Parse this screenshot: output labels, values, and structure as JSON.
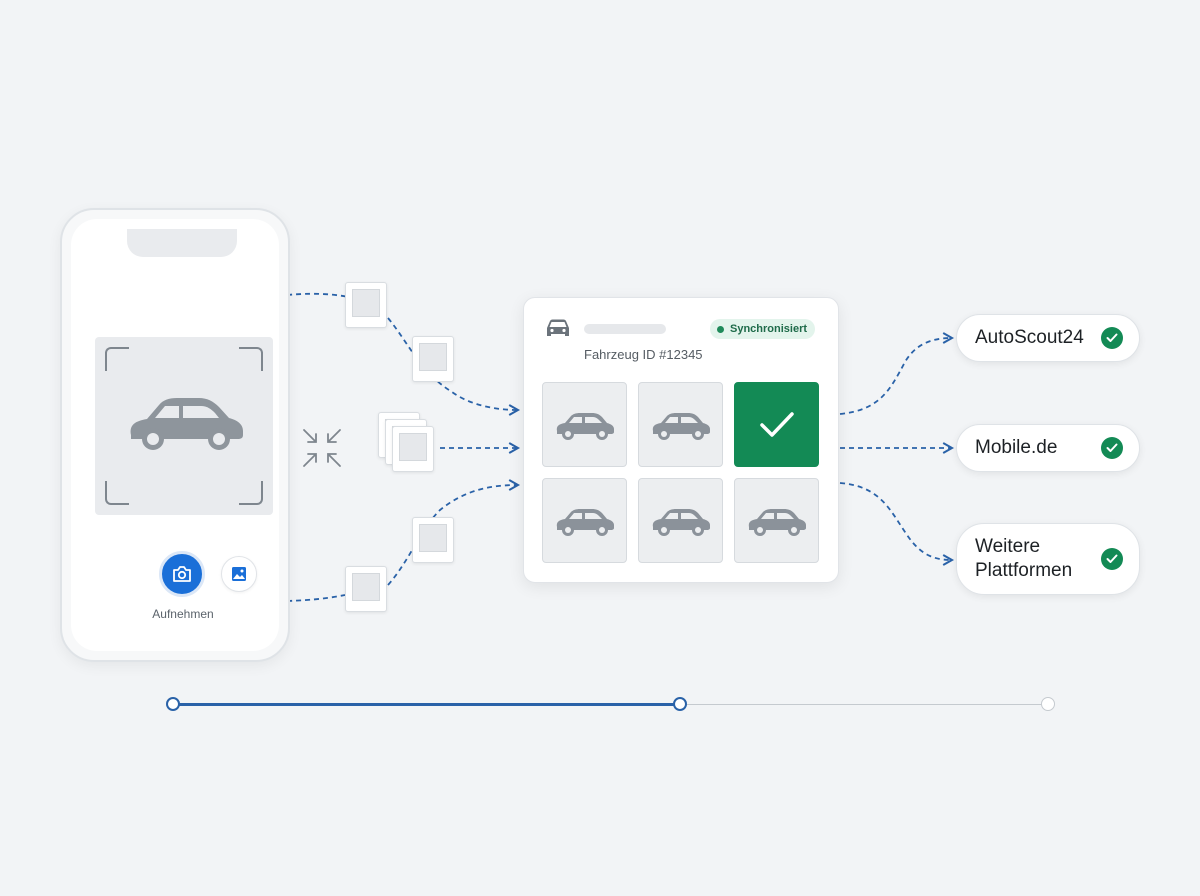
{
  "phone": {
    "capture_label": "Aufnehmen"
  },
  "vehicle_card": {
    "status_label": "Synchronisiert",
    "vehicle_id": "Fahrzeug ID #12345",
    "photos": [
      {
        "state": "car"
      },
      {
        "state": "car"
      },
      {
        "state": "selected"
      },
      {
        "state": "car"
      },
      {
        "state": "car"
      },
      {
        "state": "car"
      }
    ]
  },
  "platforms": [
    {
      "name": "AutoScout24",
      "synced": true
    },
    {
      "name": "Mobile.de",
      "synced": true
    },
    {
      "name": "Weitere Plattformen",
      "synced": true
    }
  ],
  "progress": {
    "total_steps": 3,
    "completed_steps": 2
  },
  "colors": {
    "accent_blue": "#1a6fd8",
    "connector_blue": "#2a62a8",
    "success_green": "#138a55",
    "badge_green_bg": "#e3f4ec",
    "icon_gray": "#8b929a"
  }
}
